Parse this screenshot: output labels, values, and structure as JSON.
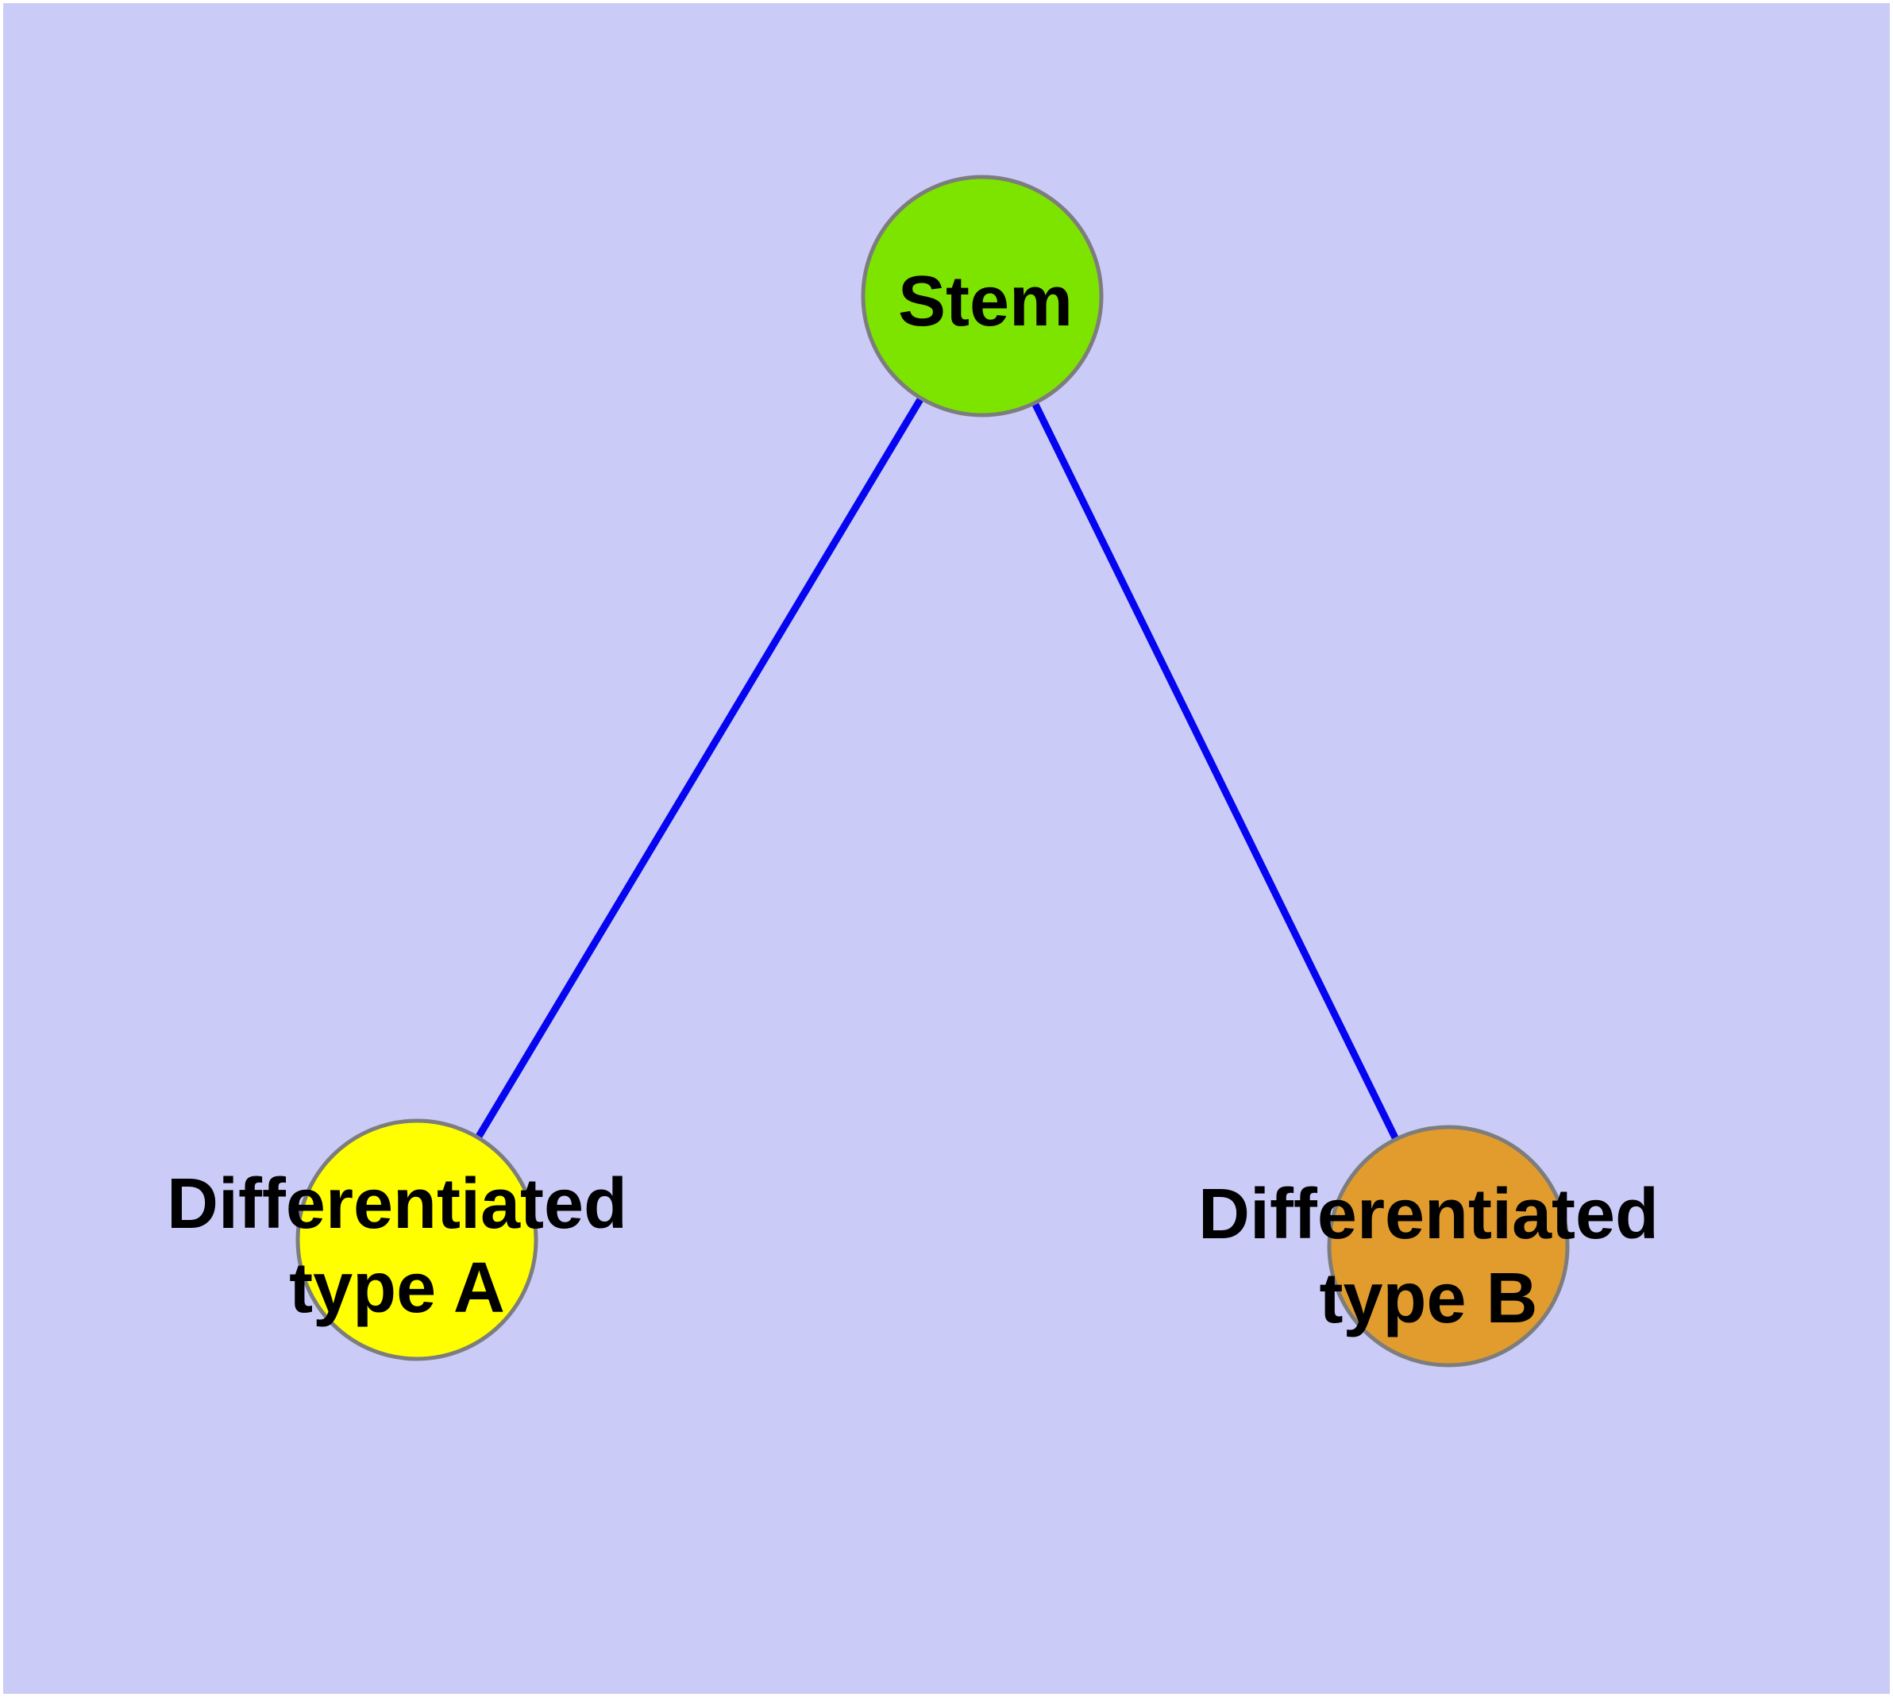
{
  "diagram": {
    "type": "graph",
    "description": "Stem cell differentiation tree with one root node and two child nodes",
    "background_color": "#CBCBF8",
    "frame_color": "#FFFFFF",
    "edge_color": "#0505F0",
    "node_border_color": "#7D7D7D",
    "text_color": "#000000",
    "nodes": [
      {
        "id": "stem",
        "label": "Stem",
        "fill": "#7DE400"
      },
      {
        "id": "differentiated-type-a",
        "label": "Differentiated type A",
        "label_line1": "Differentiated",
        "label_line2": "type A",
        "fill": "#FFFF00"
      },
      {
        "id": "differentiated-type-b",
        "label": "Differentiated type B",
        "label_line1": "Differentiated",
        "label_line2": "type B",
        "fill": "#E29C2D"
      }
    ],
    "edges": [
      {
        "from": "Stem",
        "to": "Differentiated type A"
      },
      {
        "from": "Stem",
        "to": "Differentiated type B"
      }
    ]
  }
}
